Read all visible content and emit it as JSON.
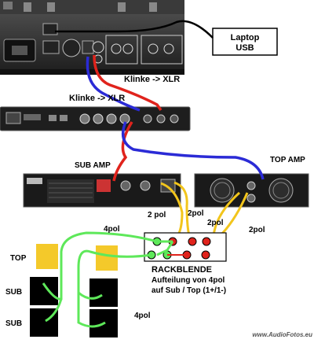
{
  "labels": {
    "laptop_line1": "Laptop",
    "laptop_line2": "USB",
    "klinke_xlr_upper": "Klinke -> XLR",
    "klinke_xlr_lower": "Klinke -> XLR",
    "sub_amp": "SUB AMP",
    "top_amp": "TOP AMP",
    "two_pol_left": "2 pol",
    "two_pol_center": "2pol",
    "two_pol_right_upper": "2pol",
    "two_pol_right_lower": "2pol",
    "four_pol_upper": "4pol",
    "four_pol_lower": "4pol",
    "rackblende_title": "RACKBLENDE",
    "rackblende_line2": "Aufteilung von 4pol",
    "rackblende_line3": "auf Sub / Top (1+/1-)",
    "speaker_left_top": "TOP",
    "speaker_left_sub1": "SUB",
    "speaker_left_sub2": "SUB",
    "watermark": "www.AudioFotos.eu"
  },
  "colors": {
    "cable_red": "#e0231c",
    "cable_blue": "#2b2bd6",
    "cable_yellow": "#f2c51c",
    "cable_green": "#5ee85a",
    "cable_black": "#000000",
    "speaker_yellow": "#f4c92a"
  }
}
